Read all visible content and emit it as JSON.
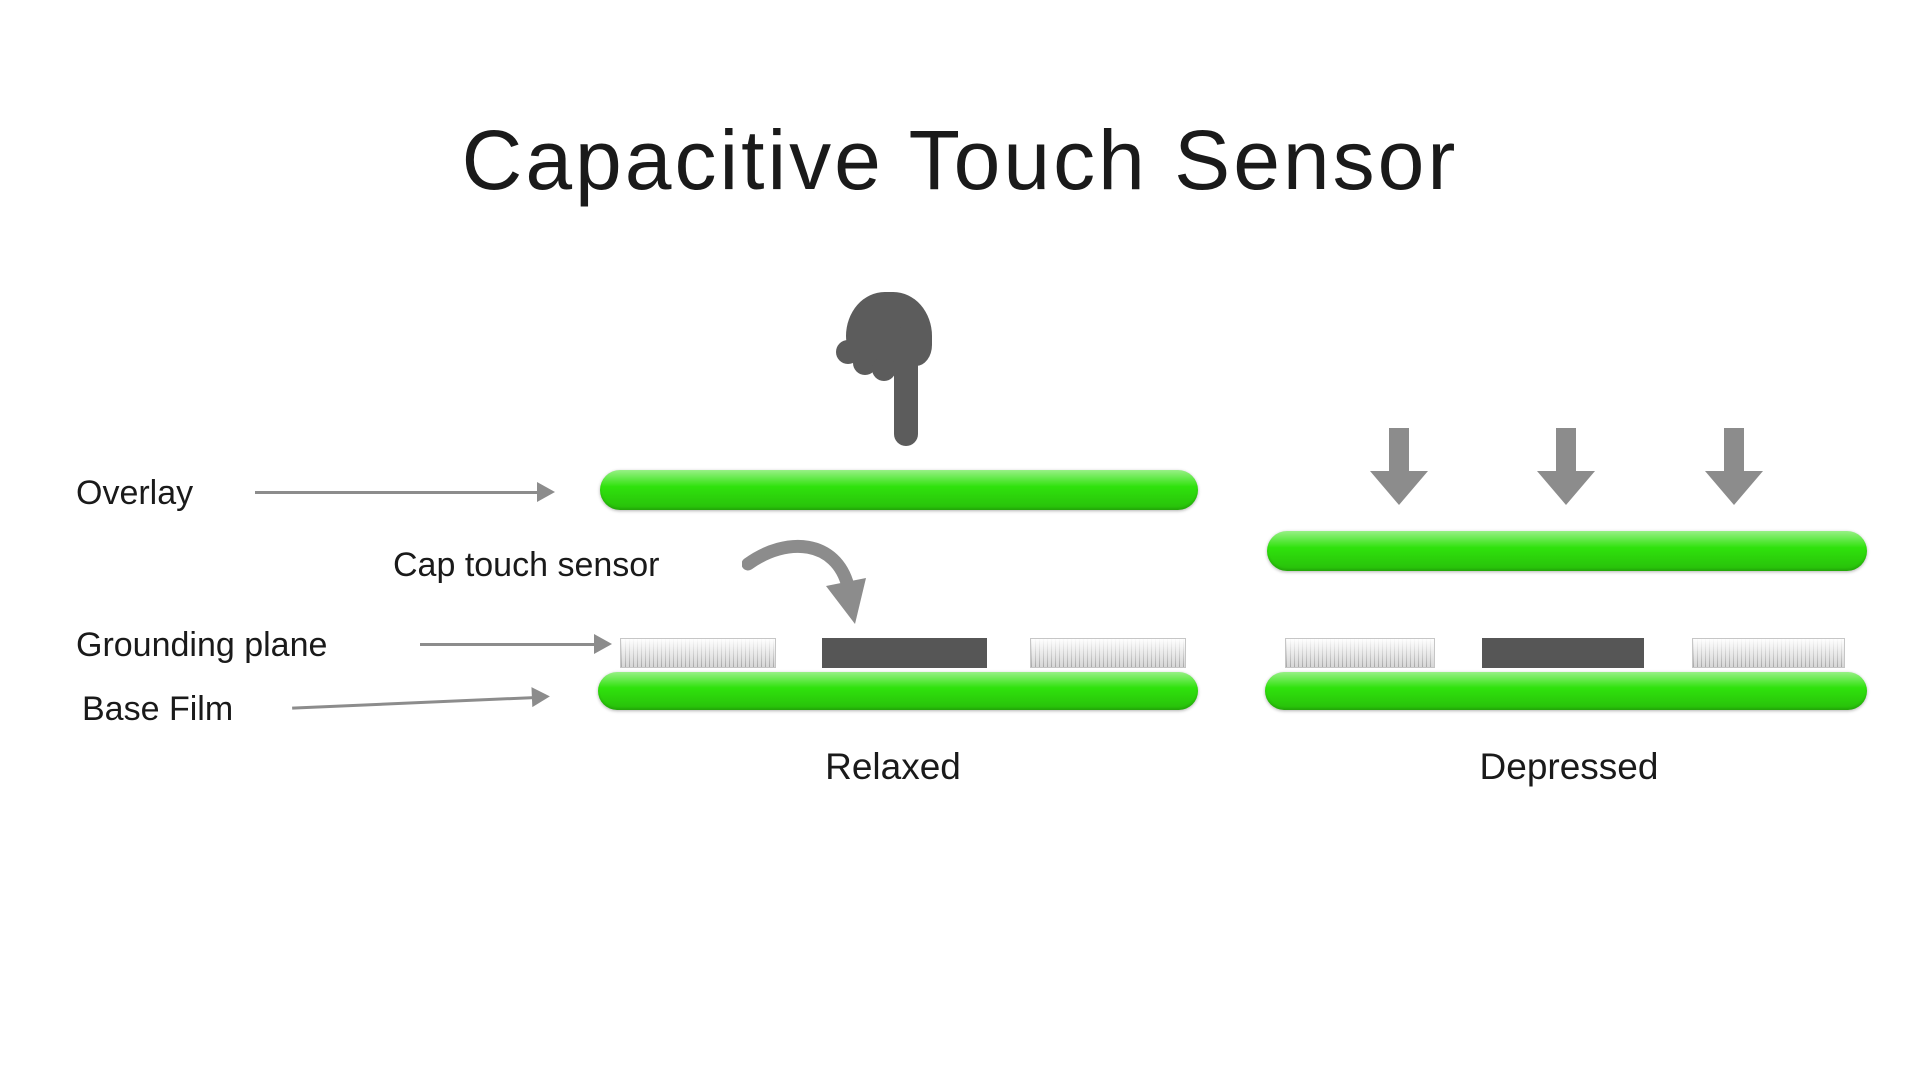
{
  "title": "Capacitive Touch Sensor",
  "annotations": {
    "overlay": "Overlay",
    "cap_touch_sensor": "Cap touch sensor",
    "grounding_plane": "Grounding plane",
    "base_film": "Base Film"
  },
  "states": {
    "relaxed": "Relaxed",
    "depressed": "Depressed"
  },
  "colors": {
    "background": "#ffffff",
    "film_green": "#2fe20c",
    "sensor_dark_gray": "#565656",
    "grounding_light_gray": "#efefef",
    "arrow_gray": "#8c8c8c",
    "hand_gray": "#5c5c5c",
    "text_color": "#1a1a1a"
  },
  "icons": {
    "finger_press": "finger-press-icon",
    "pressure_arrow": "down-arrow-icon",
    "pointer_arrow": "label-arrow-icon",
    "curved_pointer": "curved-arrow-icon"
  }
}
